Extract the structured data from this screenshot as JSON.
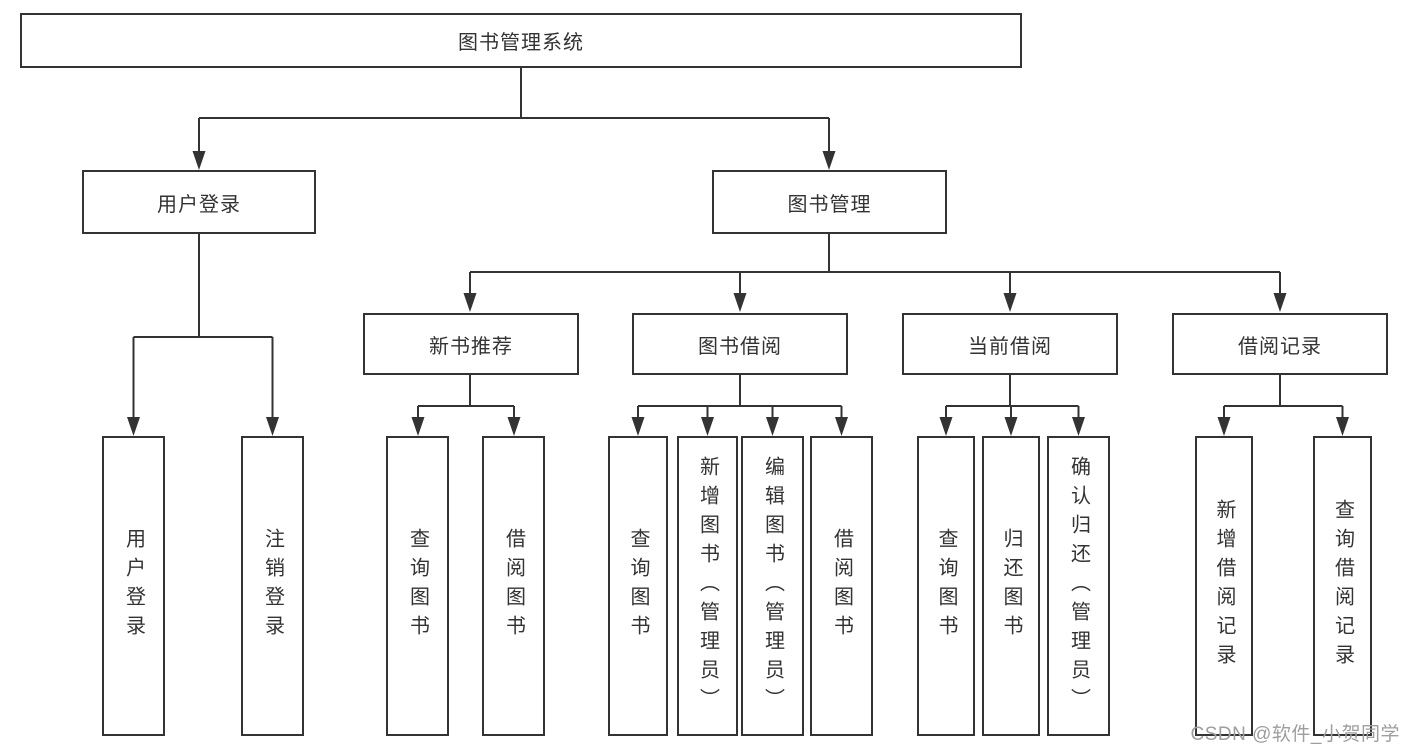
{
  "root": {
    "label": "图书管理系统"
  },
  "branches": [
    {
      "label": "用户登录",
      "children": [
        {
          "label": "用户登录"
        },
        {
          "label": "注销登录"
        }
      ]
    },
    {
      "label": "图书管理",
      "children": [
        {
          "label": "新书推荐",
          "children": [
            {
              "label": "查询图书"
            },
            {
              "label": "借阅图书"
            }
          ]
        },
        {
          "label": "图书借阅",
          "children": [
            {
              "label": "查询图书"
            },
            {
              "label": "新增图书（管理员）"
            },
            {
              "label": "编辑图书（管理员）"
            },
            {
              "label": "借阅图书"
            }
          ]
        },
        {
          "label": "当前借阅",
          "children": [
            {
              "label": "查询图书"
            },
            {
              "label": "归还图书"
            },
            {
              "label": "确认归还（管理员）"
            }
          ]
        },
        {
          "label": "借阅记录",
          "children": [
            {
              "label": "新增借阅记录"
            },
            {
              "label": "查询借阅记录"
            }
          ]
        }
      ]
    }
  ],
  "watermark": {
    "text": "CSDN @软件_小贺同学"
  },
  "colors": {
    "line": "#333333",
    "text": "#333333",
    "background": "#ffffff",
    "watermark": "#9e9e9e"
  }
}
